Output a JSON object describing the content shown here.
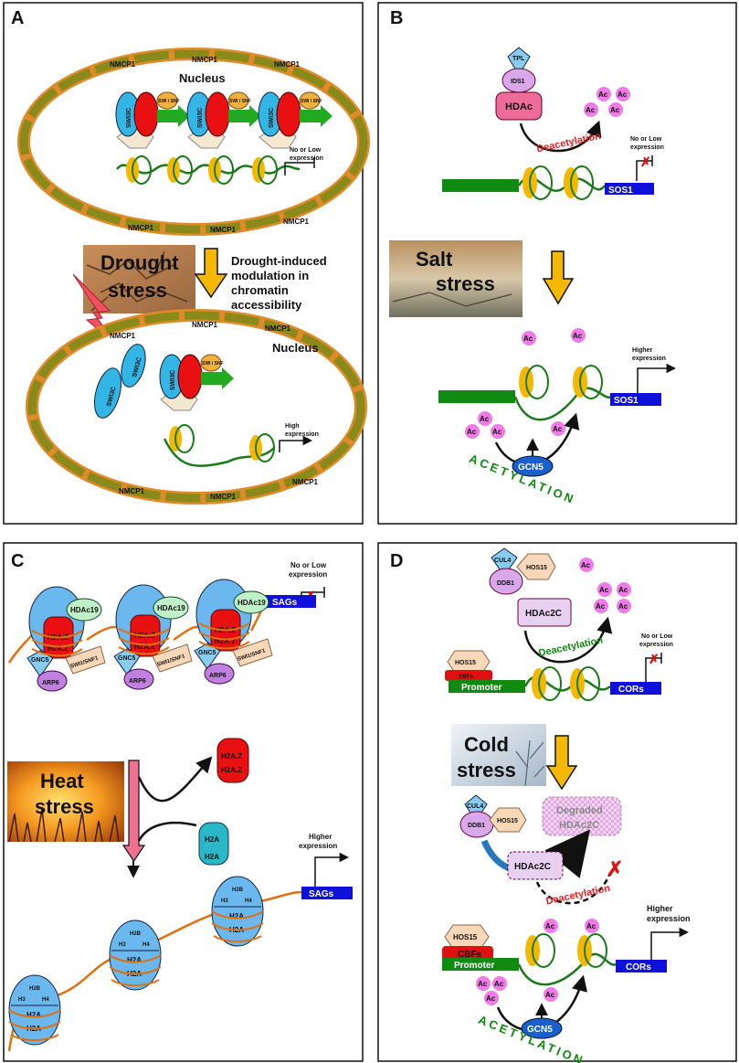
{
  "panels": {
    "a": {
      "letter": "A",
      "nucleus_top": "Nucleus",
      "nucleus_bottom": "Nucleus",
      "envelope_label": "NMCP1",
      "swi3c": "SWI3C",
      "swisnf": "SWI / SNF",
      "low_expr_1": "No or Low",
      "low_expr_2": "expression",
      "stress_1": "Drought",
      "stress_2": "stress",
      "modulation_1": "Drought-induced",
      "modulation_2": "modulation in",
      "modulation_3": "chromatin",
      "modulation_4": "accessibility",
      "high_expr_1": "High",
      "high_expr_2": "expression"
    },
    "b": {
      "letter": "B",
      "tpl": "TPL",
      "ids1": "IDS1",
      "hdac": "HDAc",
      "ac": "Ac",
      "deacetylation": "Deacetylation",
      "low_expr_1": "No or Low",
      "low_expr_2": "expression",
      "gene": "SOS1",
      "stress_1": "Salt",
      "stress_2": "stress",
      "high_expr_1": "Higher",
      "high_expr_2": "expression",
      "gcn5": "GCN5",
      "acetylation": "ACETYLATION"
    },
    "c": {
      "letter": "C",
      "low_expr_1": "No or Low",
      "low_expr_2": "expression",
      "gene": "SAGs",
      "hdac19": "HDAc19",
      "h2az": "H2A.Z",
      "gnc5": "GNC5",
      "swi1snf1": "SWI1/SNF1",
      "arp6": "ARP6",
      "stress_1": "Heat",
      "stress_2": "stress",
      "h2a": "H2A",
      "h2b": "H2B",
      "h3": "H3",
      "h4": "H4",
      "high_expr_1": "Higher",
      "high_expr_2": "expression"
    },
    "d": {
      "letter": "D",
      "cul4": "CUL4",
      "ddb1": "DDB1",
      "hos15": "HOS15",
      "hdac2c": "HDAc2C",
      "ac": "Ac",
      "deacetylation": "Deacetylation",
      "low_expr_1": "No or Low",
      "low_expr_2": "expression",
      "cbfs": "CBFs",
      "promoter": "Promoter",
      "gene": "CORs",
      "stress_1": "Cold",
      "stress_2": "stress",
      "degraded_1": "Degraded",
      "degraded_2": "HDAc2C",
      "high_expr_1": "Higher",
      "high_expr_2": "expression",
      "gcn5": "GCN5",
      "acetylation": "ACETYLATION"
    }
  },
  "colors": {
    "envelope": "#8a8a1a",
    "envelope_outline": "#e08a2a",
    "swi3c": "#33b5e5",
    "red_protein": "#e81010",
    "swisnf": "#f0b040",
    "green_arrow": "#22aa22",
    "dna_green": "#1a7a1a",
    "nucleosome_yellow": "#f5b800",
    "hdac_pink": "#ee6c9a",
    "ac_magenta": "#f07ae8",
    "gene_blue": "#1010dd",
    "gcn5_blue": "#1a5fd0",
    "acetylation_green": "#0c8a0c",
    "deacetylation_red": "#e02020",
    "hdac19_green": "#bff0c8",
    "arp6_purple": "#c080e0",
    "histone_blue": "#6ab8ee",
    "cbf_red": "#e01010",
    "degraded_pink": "#f0c8f0",
    "arrow_gold": "#f5b800",
    "heat_arrow": "#f07090"
  }
}
